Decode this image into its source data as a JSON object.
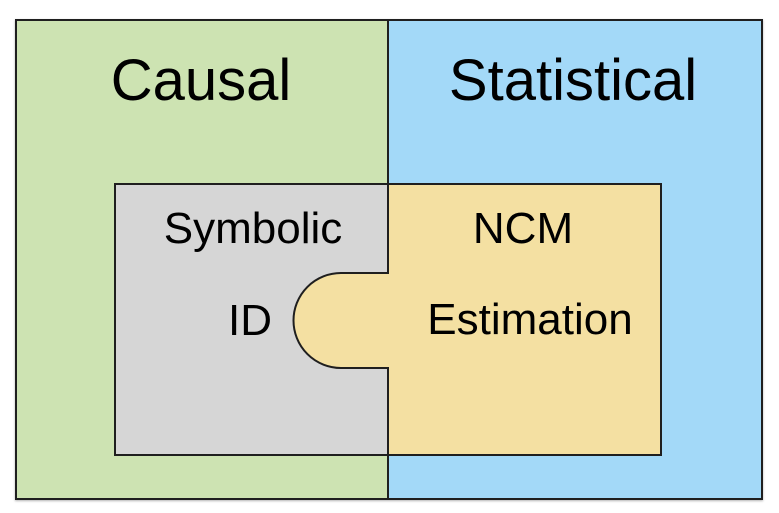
{
  "figure": {
    "title": "Causal vs Statistical puzzle-piece diagram",
    "border_color": "#1f1f1f",
    "background_color": "#ffffff",
    "regions": {
      "causal": {
        "label": "Causal",
        "color": "#cde3b2"
      },
      "statistical": {
        "label": "Statistical",
        "color": "#a3d9f8"
      },
      "symbolic_id": {
        "line1": "Symbolic",
        "line2": "ID",
        "color": "#d6d6d6"
      },
      "ncm_estimation": {
        "line1": "NCM",
        "line2": "Estimation",
        "color": "#f4e0a2"
      }
    }
  }
}
